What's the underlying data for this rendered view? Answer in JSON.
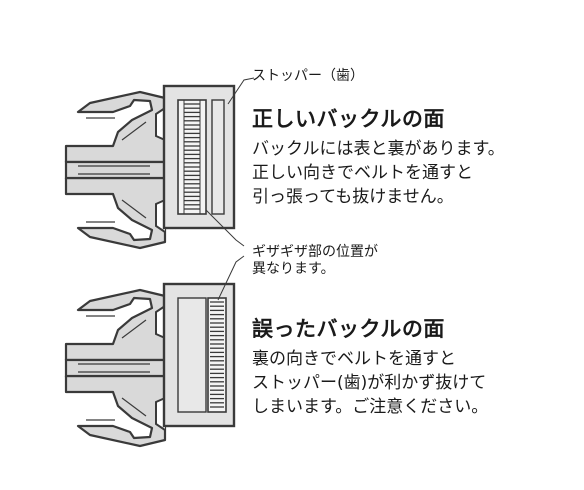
{
  "callout_stopper": "ストッパー（歯）",
  "callout_serration": [
    "ギザギザ部の位置が",
    "異なります。"
  ],
  "correct": {
    "title": "正しいバックルの面",
    "lines": [
      "バックルには表と裏があります。",
      "正しい向きでベルトを通すと",
      "引っ張っても抜けません。"
    ]
  },
  "wrong": {
    "title": "誤ったバックルの面",
    "lines": [
      "裏の向きでベルトを通すと",
      "ストッパー(歯)が利かず抜けて",
      "しまいます。ご注意ください。"
    ]
  },
  "colors": {
    "line": "#3a3a3a",
    "fill": "#dcdcdc",
    "text": "#1a1a1a"
  }
}
